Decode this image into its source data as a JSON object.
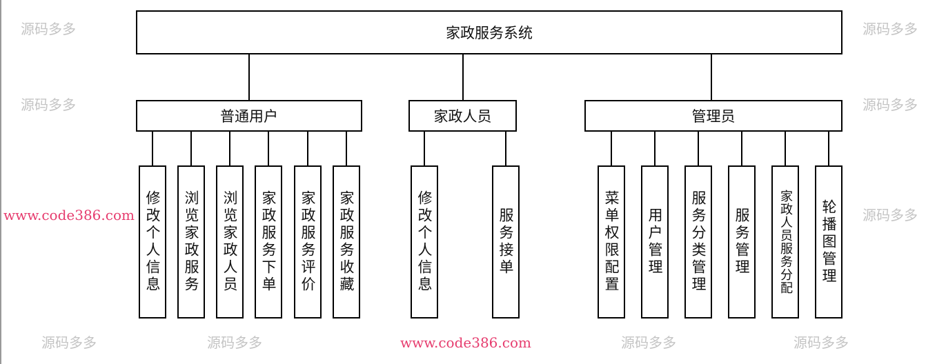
{
  "root": {
    "label": "家政服务系统"
  },
  "groups": [
    {
      "label": "普通用户",
      "children": [
        "修改个人信息",
        "浏览家政服务",
        "浏览家政人员",
        "家政服务下单",
        "家政服务评价",
        "家政服务收藏"
      ]
    },
    {
      "label": "家政人员",
      "children": [
        "修改个人信息",
        "服务接单"
      ]
    },
    {
      "label": "管理员",
      "children": [
        "菜单权限配置",
        "用户管理",
        "服务分类管理",
        "服务管理",
        "家政人员服务分配",
        "轮播图管理"
      ]
    }
  ],
  "watermarks": {
    "cn": "源码多多",
    "url": "www.code386.com"
  }
}
